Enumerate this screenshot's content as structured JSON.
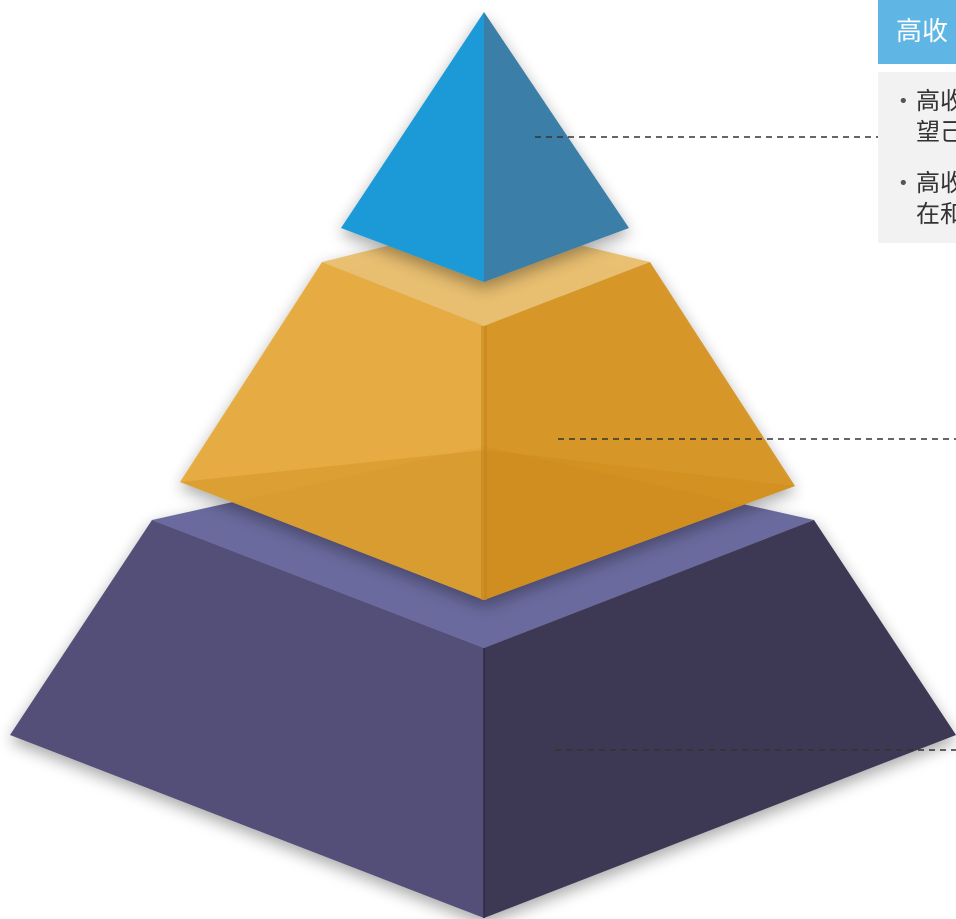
{
  "diagram": {
    "type": "3d-pyramid",
    "layers": [
      {
        "name": "top",
        "color": "#2f8ec4"
      },
      {
        "name": "middle",
        "color": "#e6a436"
      },
      {
        "name": "bottom",
        "color": "#4d4a75"
      }
    ]
  },
  "callout": {
    "header_text": "高收",
    "bullets": [
      {
        "line1": "高收",
        "line2": "望己"
      },
      {
        "line1": "高收",
        "line2": "在和"
      }
    ]
  }
}
